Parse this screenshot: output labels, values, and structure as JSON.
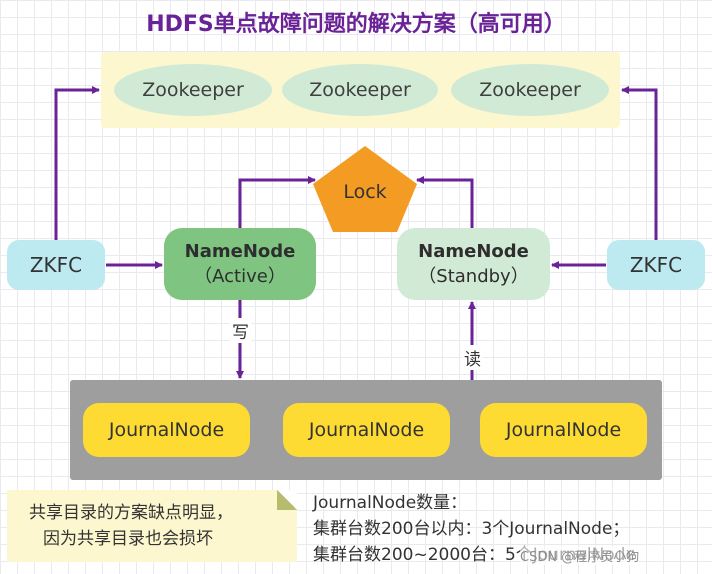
{
  "title": "HDFS单点故障问题的解决方案（高可用）",
  "zookeeper_nodes": [
    "Zookeeper",
    "Zookeeper",
    "Zookeeper"
  ],
  "lock": "Lock",
  "zkfc_left": "ZKFC",
  "zkfc_right": "ZKFC",
  "namenode_active": {
    "name": "NameNode",
    "state": "（Active）"
  },
  "namenode_standby": {
    "name": "NameNode",
    "state": "（Standby）"
  },
  "journal_nodes": [
    "JournalNode",
    "JournalNode",
    "JournalNode"
  ],
  "edge_write": "写",
  "edge_read": "读",
  "note": {
    "line1": "共享目录的方案缺点明显，",
    "line2": "因为共享目录也会损坏"
  },
  "info": {
    "line1": "JournalNode数量：",
    "line2": "集群台数200台以内：3个JournalNode；",
    "line3": "集群台数200~2000台：5个JournalNode"
  },
  "watermark": "CSDN @程序员小狗",
  "colors": {
    "arrow": "#6a2396",
    "lock": "#f39b22",
    "active": "#7fc481",
    "standby": "#d1ead6",
    "journal": "#fddb33"
  }
}
